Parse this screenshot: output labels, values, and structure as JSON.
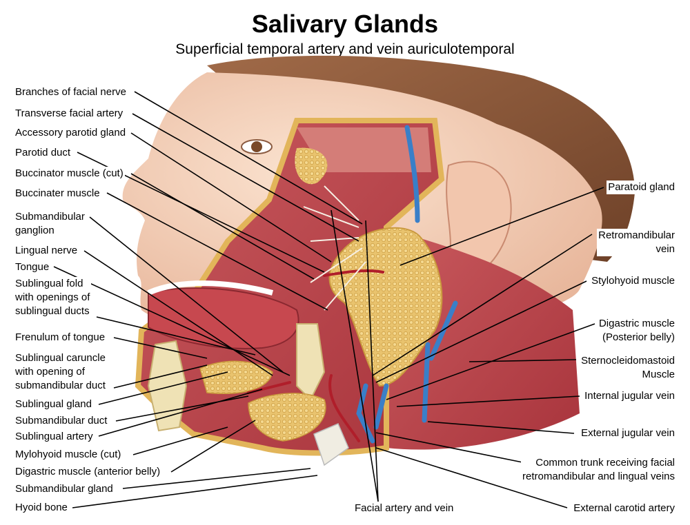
{
  "title": "Salivary Glands",
  "subtitle": "Superficial temporal artery and vein auriculotemporal",
  "labels_left": [
    "Branches of facial nerve",
    "Transverse facial artery",
    "Accessory parotid gland",
    "Parotid duct",
    "Buccinator muscle (cut)",
    "Buccinater muscle",
    "Submandibular\nganglion",
    "Lingual nerve",
    "Tongue",
    "Sublingual fold\nwith openings of\nsublingual ducts",
    "Frenulum of tongue",
    "Sublingual caruncle\nwith opening of\nsubmandibular duct",
    "Sublingual gland",
    "Submandibular duct",
    "Sublingual artery",
    "Mylohyoid muscle (cut)",
    "Digastric muscle (anterior belly)",
    "Submandibular gland",
    "Hyoid bone"
  ],
  "labels_right": [
    "Paratoid gland",
    "Retromandibular\nvein",
    "Stylohyoid muscle",
    "Digastric muscle\n(Posterior belly)",
    "Sternocleidomastoid\nMuscle",
    "Internal jugular vein",
    "External jugular vein",
    "Common trunk receiving facial\nretromandibular and lingual veins",
    "External carotid artery"
  ],
  "labels_bottom": [
    "Facial artery and vein"
  ]
}
